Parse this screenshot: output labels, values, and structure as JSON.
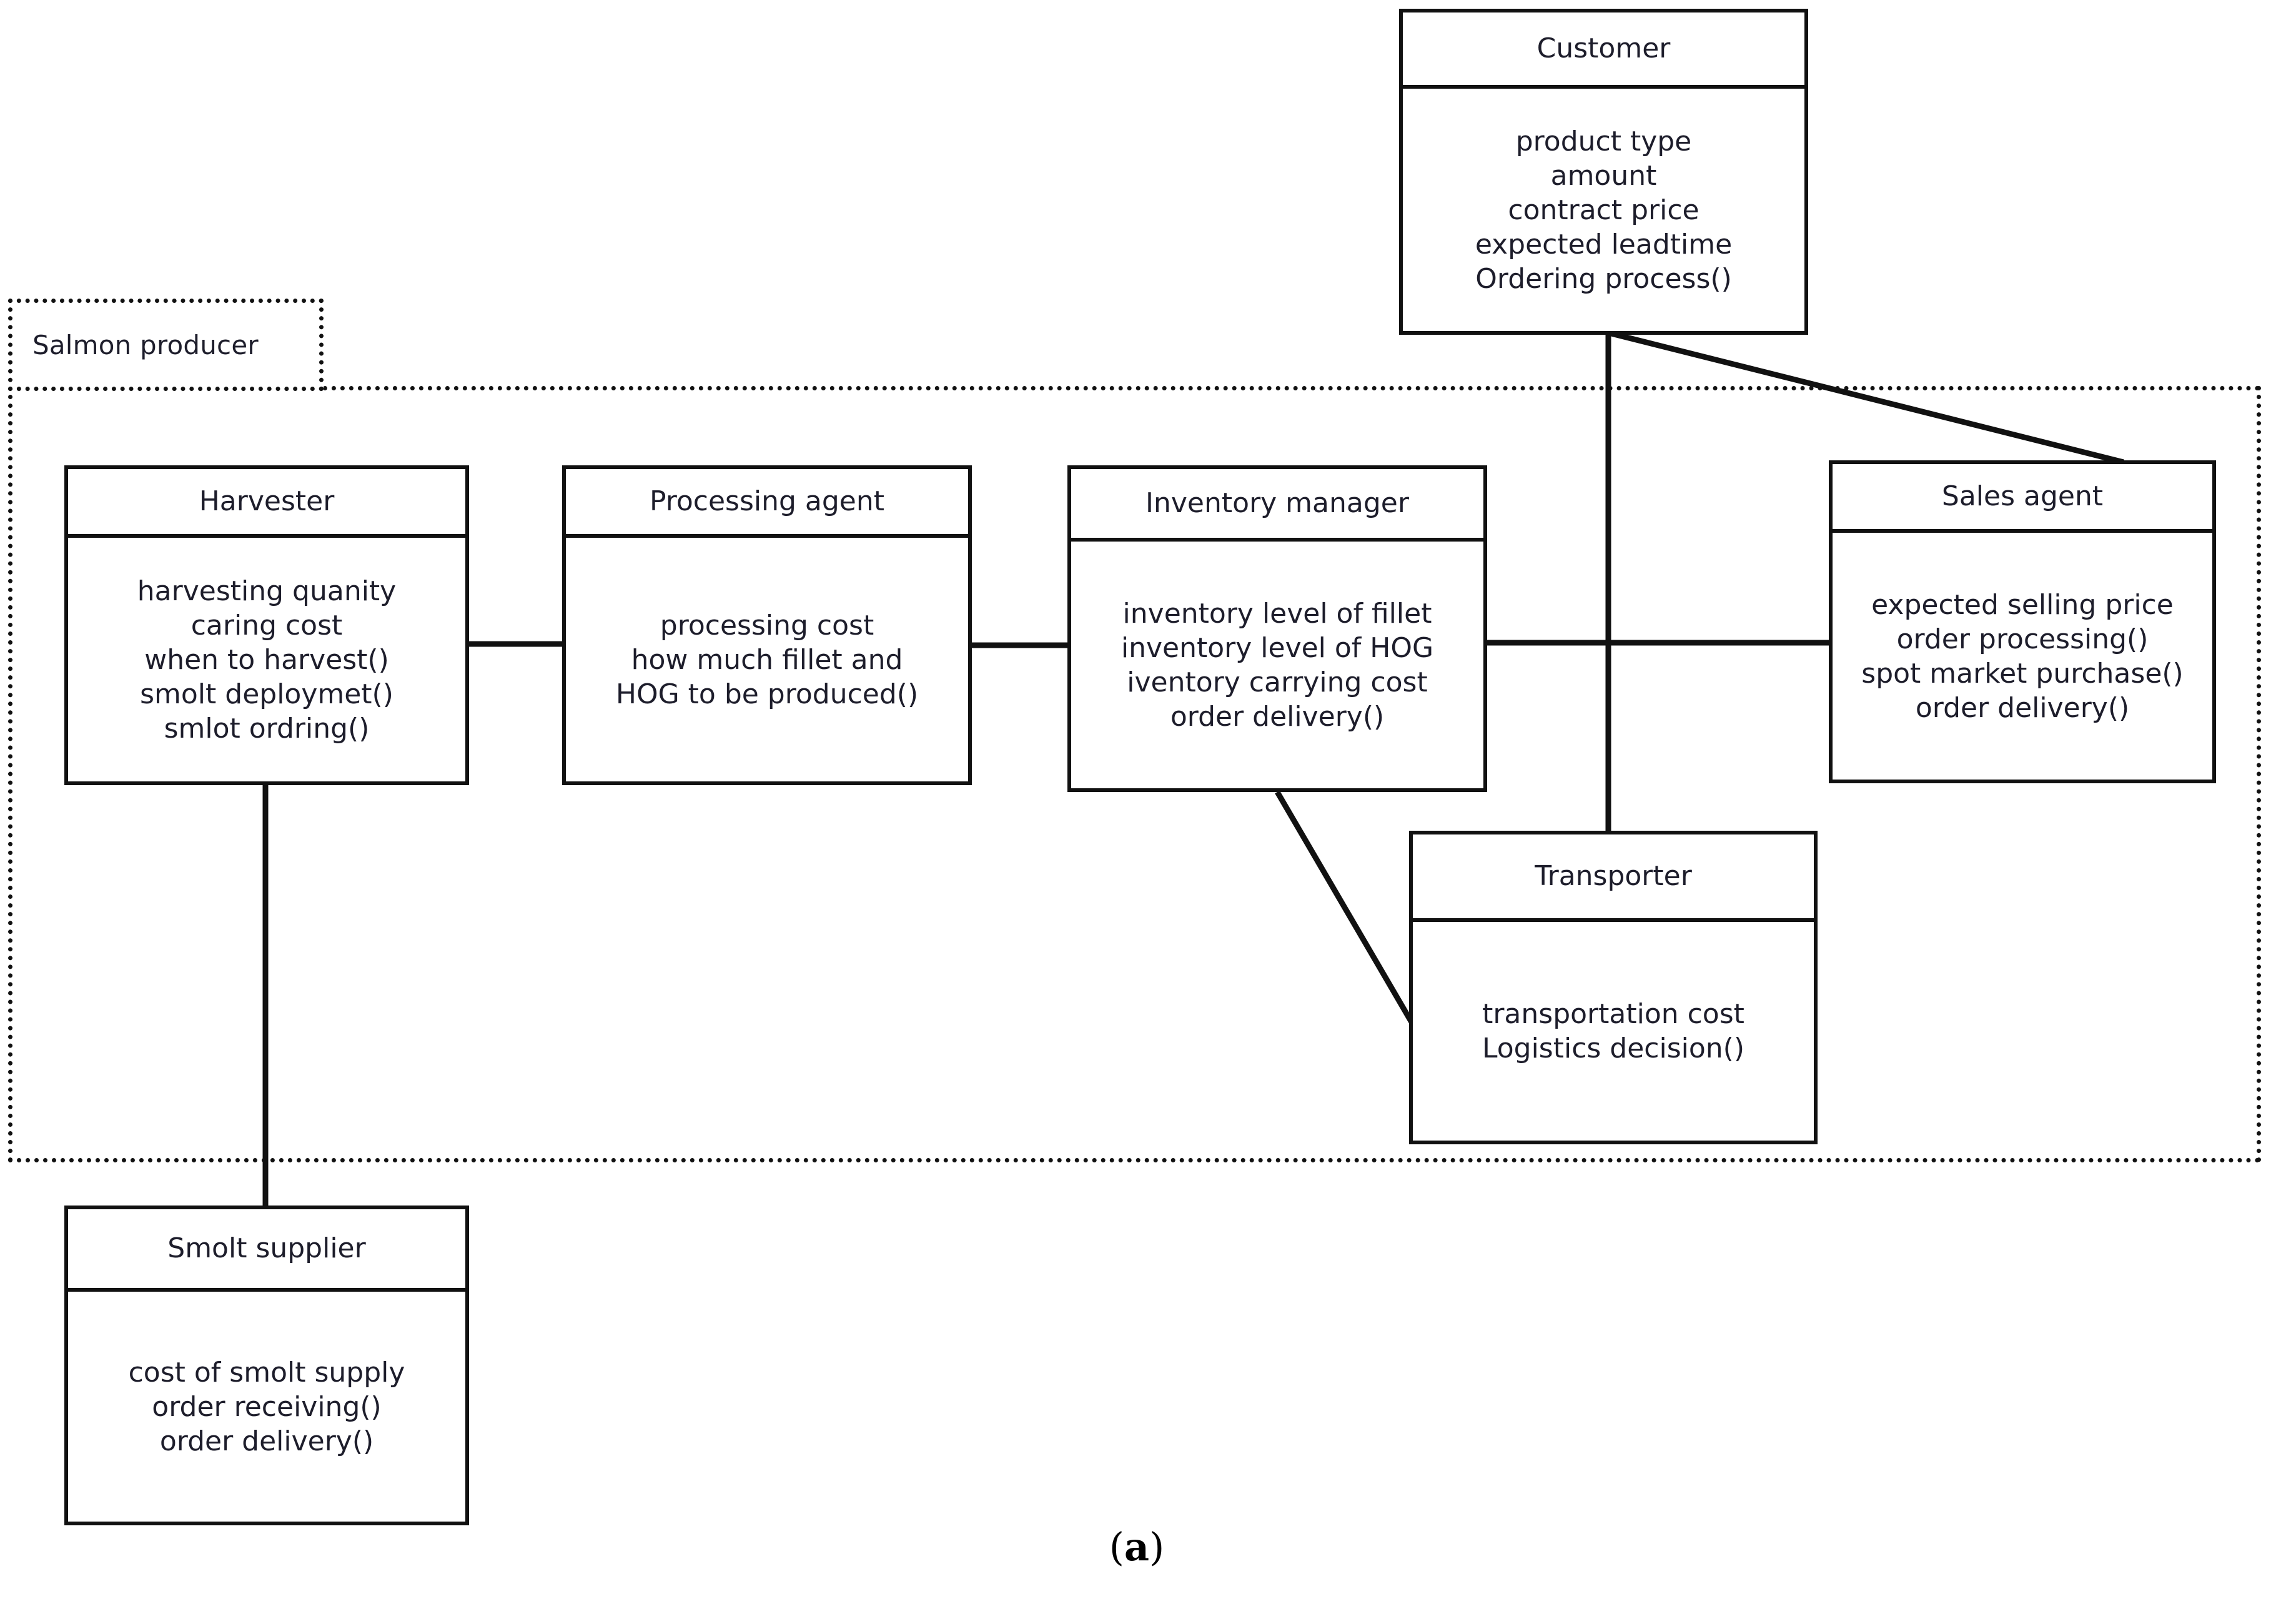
{
  "figure": {
    "caption_open": "(",
    "caption_letter": "a",
    "caption_close": ")"
  },
  "package": {
    "label": "Salmon producer"
  },
  "colors": {
    "line": "#111111",
    "text": "#1d1d2b",
    "background": "#ffffff"
  },
  "classes": {
    "customer": {
      "title": "Customer",
      "members": [
        "product type",
        "amount",
        "contract price",
        "expected leadtime",
        "Ordering process()"
      ]
    },
    "harvester": {
      "title": "Harvester",
      "members": [
        "harvesting quanity",
        "caring cost",
        "when to harvest()",
        "smolt deploymet()",
        "smlot ordring()"
      ]
    },
    "processing_agent": {
      "title": "Processing agent",
      "members": [
        "processing cost",
        "how much fillet and",
        "HOG to be produced()"
      ]
    },
    "inventory_manager": {
      "title": "Inventory manager",
      "members": [
        "inventory level of fillet",
        "inventory level of HOG",
        "iventory carrying cost",
        "order delivery()"
      ]
    },
    "sales_agent": {
      "title": "Sales agent",
      "members": [
        "expected selling price",
        "order processing()",
        "spot market purchase()",
        "order delivery()"
      ]
    },
    "transporter": {
      "title": "Transporter",
      "members": [
        "transportation cost",
        "Logistics decision()"
      ]
    },
    "smolt_supplier": {
      "title": "Smolt supplier",
      "members": [
        "cost of smolt supply",
        "order receiving()",
        "order delivery()"
      ]
    }
  },
  "associations": [
    {
      "from": "harvester",
      "to": "processing_agent",
      "kind": "horizontal"
    },
    {
      "from": "processing_agent",
      "to": "inventory_manager",
      "kind": "horizontal"
    },
    {
      "from": "inventory_manager",
      "to": "sales_agent",
      "kind": "horizontal"
    },
    {
      "from": "customer",
      "to": "transporter",
      "kind": "vertical"
    },
    {
      "from": "customer",
      "to": "sales_agent",
      "kind": "diagonal"
    },
    {
      "from": "inventory_manager",
      "to": "transporter",
      "kind": "diagonal"
    },
    {
      "from": "harvester",
      "to": "smolt_supplier",
      "kind": "vertical"
    }
  ]
}
